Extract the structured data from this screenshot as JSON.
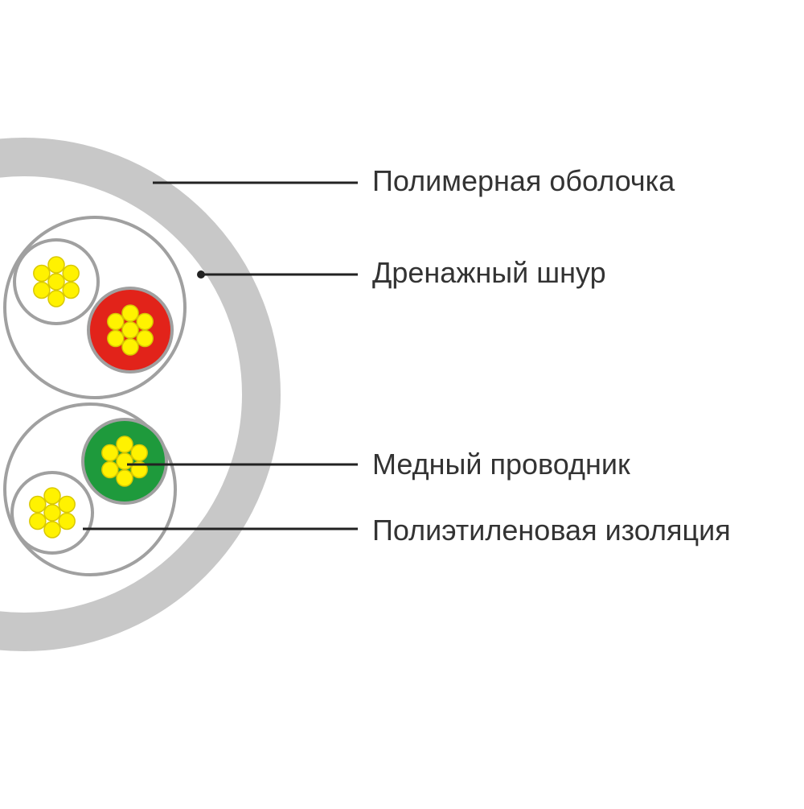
{
  "labels": {
    "sheath": "Полимерная оболочка",
    "drain_wire": "Дренажный шнур",
    "copper_conductor": "Медный проводник",
    "pe_insulation": "Полиэтиленовая изоляция"
  },
  "colors": {
    "background": "#ffffff",
    "sheath": "#c8c8c8",
    "outline": "#a0a0a0",
    "strand": "#fff200",
    "strand_outline": "#d9c800",
    "insulation_red": "#e2231a",
    "insulation_green": "#1e9a3c",
    "insulation_white": "#ffffff",
    "leader_line": "#222222",
    "text": "#333333"
  },
  "conductors": [
    {
      "name": "white",
      "color_key": "insulation_white"
    },
    {
      "name": "red",
      "color_key": "insulation_red"
    },
    {
      "name": "green",
      "color_key": "insulation_green"
    },
    {
      "name": "white",
      "color_key": "insulation_white"
    }
  ]
}
